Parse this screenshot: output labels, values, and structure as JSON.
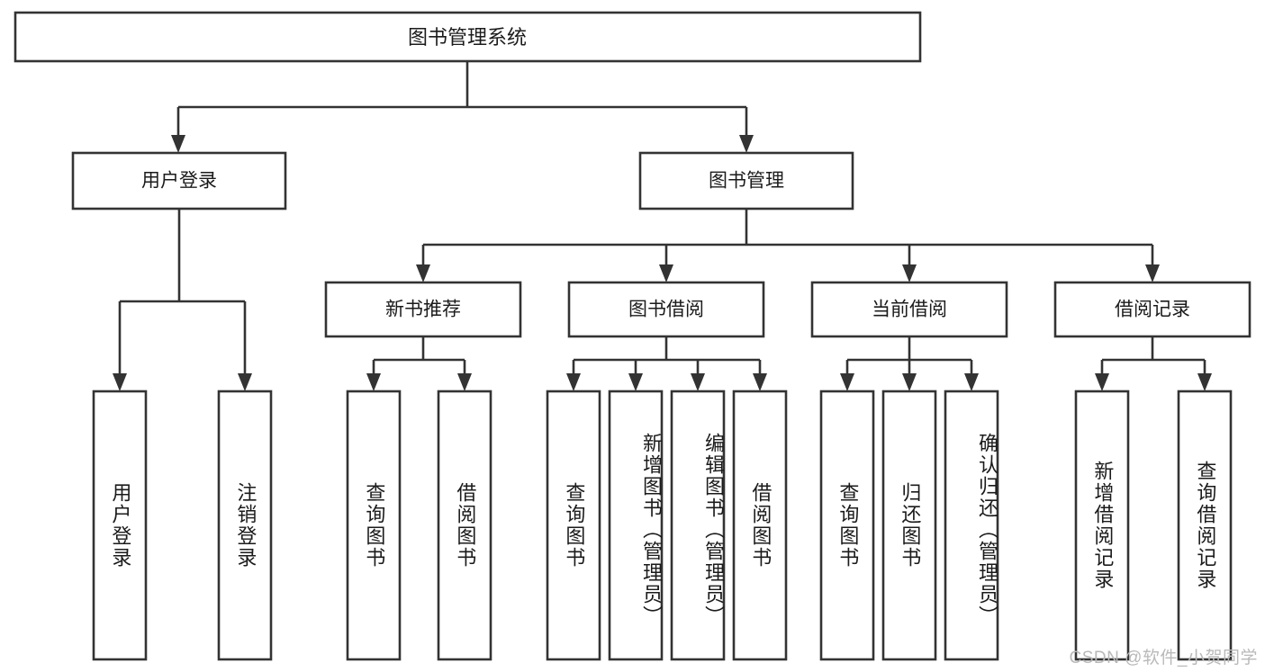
{
  "diagram": {
    "type": "tree-hierarchy-flowchart",
    "title": "图书管理系统",
    "background_color": "#ffffff",
    "box_stroke_color": "#333333",
    "box_fill_color": "#ffffff",
    "text_color": "#1b1b1b",
    "watermark": "CSDN @软件_小贺同学",
    "watermark_color": "#b9b9b9",
    "levels": [
      {
        "level": 1,
        "nodes": [
          {
            "id": "root",
            "label": "图书管理系统",
            "orientation": "horizontal"
          }
        ]
      },
      {
        "level": 2,
        "nodes": [
          {
            "id": "user-login",
            "label": "用户登录",
            "orientation": "horizontal",
            "parent": "root"
          },
          {
            "id": "book-manage",
            "label": "图书管理",
            "orientation": "horizontal",
            "parent": "root"
          }
        ]
      },
      {
        "level": 3,
        "nodes": [
          {
            "id": "new-book-rec",
            "label": "新书推荐",
            "orientation": "horizontal",
            "parent": "book-manage"
          },
          {
            "id": "book-borrow",
            "label": "图书借阅",
            "orientation": "horizontal",
            "parent": "book-manage"
          },
          {
            "id": "current-borrow",
            "label": "当前借阅",
            "orientation": "horizontal",
            "parent": "book-manage"
          },
          {
            "id": "borrow-record",
            "label": "借阅记录",
            "orientation": "horizontal",
            "parent": "book-manage"
          }
        ]
      },
      {
        "level": 4,
        "nodes": [
          {
            "id": "leaf-1",
            "label": "用户登录",
            "orientation": "vertical",
            "parent": "user-login"
          },
          {
            "id": "leaf-2",
            "label": "注销登录",
            "orientation": "vertical",
            "parent": "user-login"
          },
          {
            "id": "leaf-3",
            "label": "查询图书",
            "orientation": "vertical",
            "parent": "new-book-rec"
          },
          {
            "id": "leaf-4",
            "label": "借阅图书",
            "orientation": "vertical",
            "parent": "new-book-rec"
          },
          {
            "id": "leaf-5",
            "label": "查询图书",
            "orientation": "vertical",
            "parent": "book-borrow"
          },
          {
            "id": "leaf-6",
            "label": "新增图书（管理员）",
            "orientation": "vertical",
            "parent": "book-borrow"
          },
          {
            "id": "leaf-7",
            "label": "编辑图书（管理员）",
            "orientation": "vertical",
            "parent": "book-borrow"
          },
          {
            "id": "leaf-8",
            "label": "借阅图书",
            "orientation": "vertical",
            "parent": "book-borrow"
          },
          {
            "id": "leaf-9",
            "label": "查询图书",
            "orientation": "vertical",
            "parent": "current-borrow"
          },
          {
            "id": "leaf-10",
            "label": "归还图书",
            "orientation": "vertical",
            "parent": "current-borrow"
          },
          {
            "id": "leaf-11",
            "label": "确认归还（管理员）",
            "orientation": "vertical",
            "parent": "current-borrow"
          },
          {
            "id": "leaf-12",
            "label": "新增借阅记录",
            "orientation": "vertical",
            "parent": "borrow-record"
          },
          {
            "id": "leaf-13",
            "label": "查询借阅记录",
            "orientation": "vertical",
            "parent": "borrow-record"
          }
        ]
      }
    ]
  }
}
